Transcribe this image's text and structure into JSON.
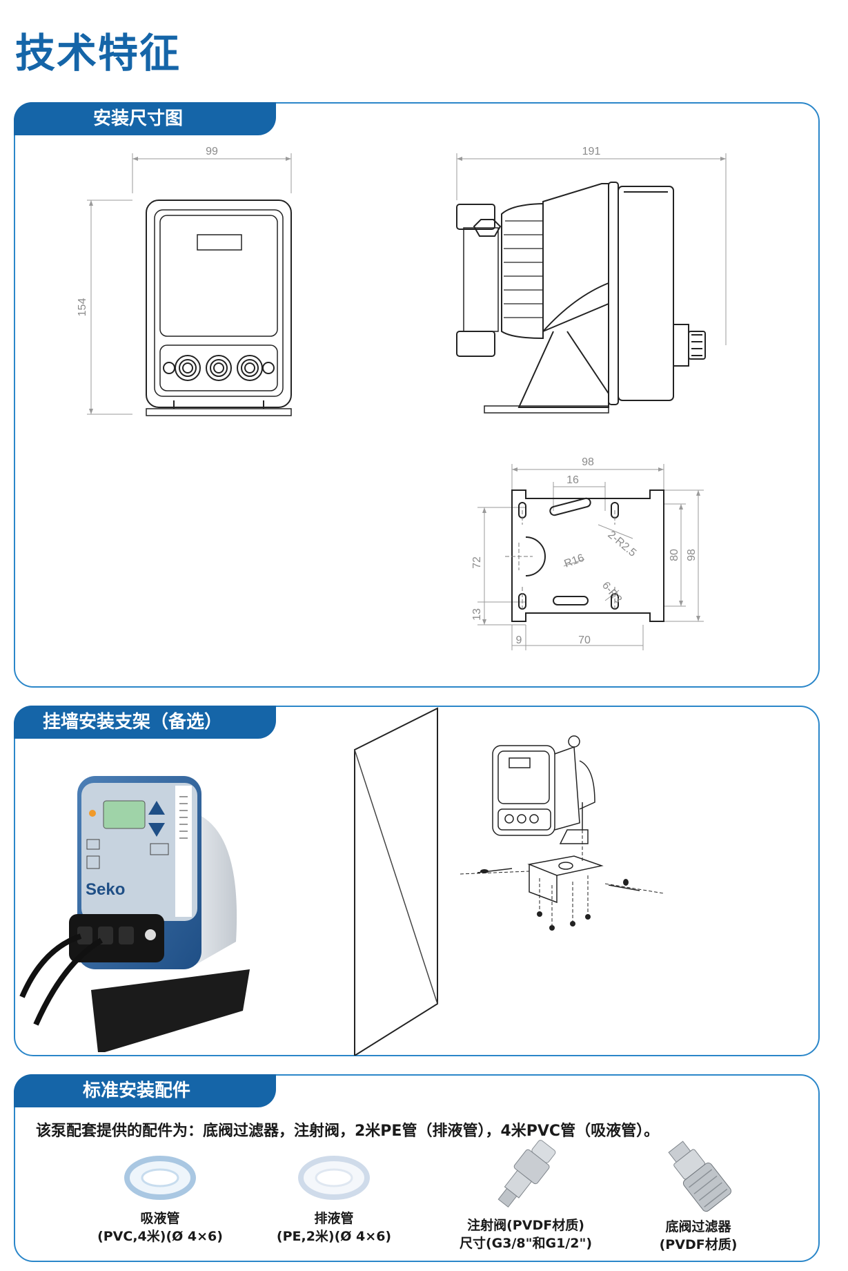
{
  "page": {
    "title": "技术特征"
  },
  "section1": {
    "title": "安装尺寸图",
    "front_dims": {
      "width": "99",
      "height": "154"
    },
    "side_dims": {
      "depth": "191"
    },
    "bracket_dims": {
      "width": "98",
      "offset": "16",
      "slot": "2-R2.5",
      "radius": "R16",
      "holes": "6-R3",
      "height_72": "72",
      "height_80": "80",
      "height_98": "98",
      "bottom_13": "13",
      "left_9": "9",
      "span_70": "70"
    }
  },
  "section2": {
    "title": "挂墙安装支架（备选）",
    "brand": "Seko"
  },
  "section3": {
    "title": "标准安装配件",
    "intro": "该泵配套提供的配件为：底阀过滤器，注射阀，2米PE管（排液管），4米PVC管（吸液管）。",
    "accessories": [
      {
        "line1": "吸液管",
        "line2": "(PVC,4米)(Ø 4×6)"
      },
      {
        "line1": "排液管",
        "line2": "(PE,2米)(Ø 4×6)"
      },
      {
        "line1": "注射阀(PVDF材质)",
        "line2": "尺寸(G3/8\"和G1/2\")"
      },
      {
        "line1": "底阀过滤器",
        "line2": "(PVDF材质)"
      }
    ]
  }
}
